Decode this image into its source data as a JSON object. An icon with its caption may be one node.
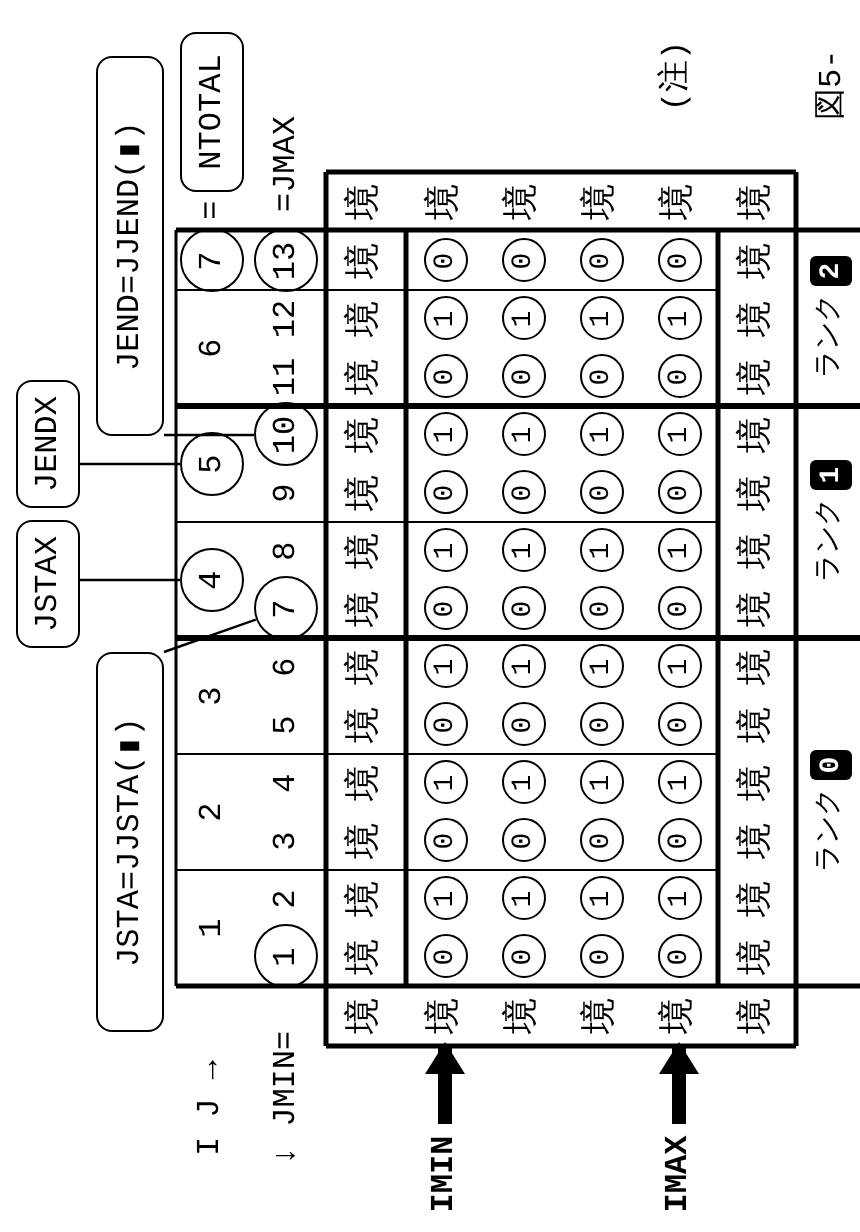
{
  "diagram": {
    "caption": "図5-",
    "nodes": [
      {
        "text": [
          "JSTAX"
        ]
      },
      {
        "text": [
          "JENDX"
        ]
      },
      {
        "text": [
          "JSTA=JJSTA(▮)"
        ]
      },
      {
        "text": [
          "JEND=JJEND(▮)"
        ]
      },
      {
        "text": [
          "NTOTAL"
        ]
      },
      {
        "text": [
          "4"
        ]
      },
      {
        "text": [
          "5"
        ]
      },
      {
        "text": [
          "7"
        ]
      },
      {
        "text": [
          "1"
        ]
      },
      {
        "text": [
          "7"
        ]
      },
      {
        "text": [
          "10"
        ]
      },
      {
        "text": [
          "13"
        ]
      },
      {
        "text": [
          "IMIN"
        ]
      },
      {
        "text": [
          "IMAX"
        ]
      },
      {
        "text": [
          "0"
        ],
        "beside": [
          "ランク"
        ]
      },
      {
        "text": [
          "1"
        ],
        "beside": [
          "ランク"
        ]
      },
      {
        "text": [
          "2"
        ],
        "beside": [
          "ランク"
        ]
      },
      {
        "text": [
          "境"
        ]
      },
      {
        "text": [
          "境"
        ]
      }
    ],
    "edges": [
      {
        "from": 0,
        "to": 5,
        "arrow": "none"
      },
      {
        "from": 1,
        "to": 6,
        "arrow": "none"
      },
      {
        "from": 2,
        "to": 9,
        "arrow": "none"
      },
      {
        "from": 3,
        "to": 10,
        "arrow": "none"
      },
      {
        "from": 12,
        "to": 17,
        "arrow": "to",
        "style": "thick"
      },
      {
        "from": 13,
        "to": 18,
        "arrow": "to",
        "style": "thick"
      }
    ],
    "labels": [
      "I J →",
      "↓ JMIN=",
      "1",
      "2",
      "3",
      "6",
      "=",
      "2",
      "3",
      "4",
      "5",
      "6",
      "8",
      "9",
      "11",
      "12",
      "=JMAX",
      "(注)",
      "境",
      "境",
      "境",
      "境",
      "境",
      "境",
      "境",
      "境",
      "境",
      "境",
      "境",
      "境",
      "境",
      "境",
      "境",
      "0",
      "1",
      "0",
      "1",
      "0",
      "1",
      "0",
      "1",
      "0",
      "1",
      "0",
      "1",
      "0",
      "境",
      "境",
      "0",
      "1",
      "0",
      "1",
      "0",
      "1",
      "0",
      "1",
      "0",
      "1",
      "0",
      "1",
      "0",
      "境",
      "境",
      "0",
      "1",
      "0",
      "1",
      "0",
      "1",
      "0",
      "1",
      "0",
      "1",
      "0",
      "1",
      "0",
      "境",
      "0",
      "1",
      "0",
      "1",
      "0",
      "1",
      "0",
      "1",
      "0",
      "1",
      "0",
      "1",
      "0",
      "境",
      "境",
      "境",
      "境",
      "境",
      "境",
      "境",
      "境",
      "境",
      "境",
      "境",
      "境",
      "境",
      "境",
      "境",
      "境"
    ]
  }
}
